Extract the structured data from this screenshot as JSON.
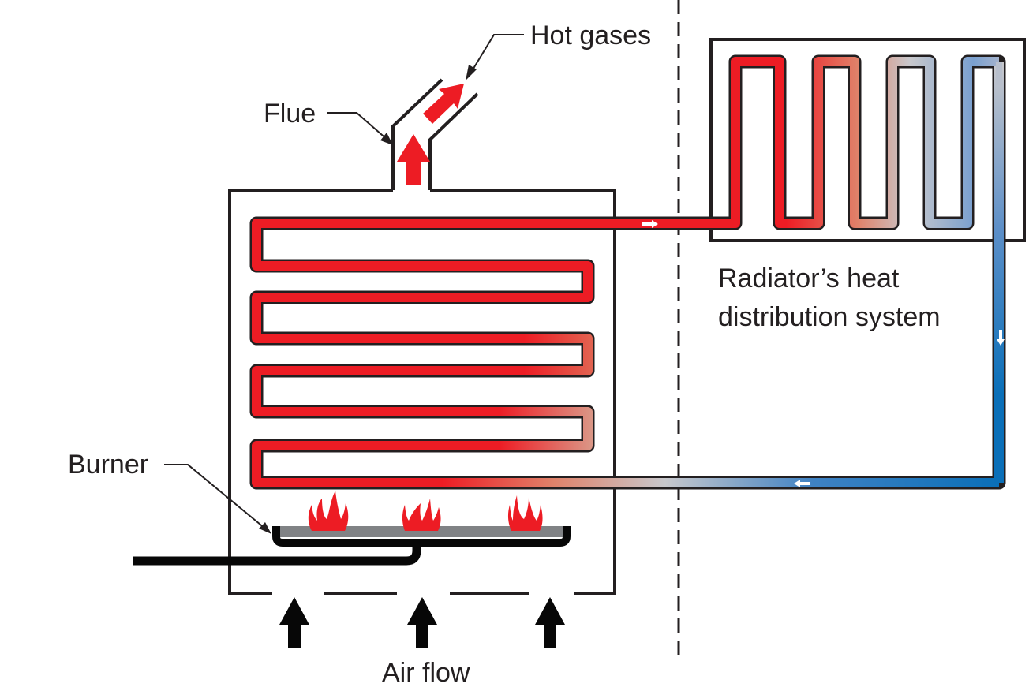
{
  "labels": {
    "hot_gases": "Hot gases",
    "flue": "Flue",
    "burner": "Burner",
    "radiator_line1": "Radiator’s heat",
    "radiator_line2": "distribution system",
    "air_flow": "Air flow"
  },
  "colors": {
    "hot": "#ed1c24",
    "warm": "#e0826a",
    "neutral": "#c8c8cc",
    "cold": "#0a6fb8",
    "outline": "#231f20",
    "burner_plate": "#808285"
  },
  "icons": [
    "flame-icon",
    "air-flow-arrow-icon",
    "flow-direction-arrow-icon"
  ]
}
